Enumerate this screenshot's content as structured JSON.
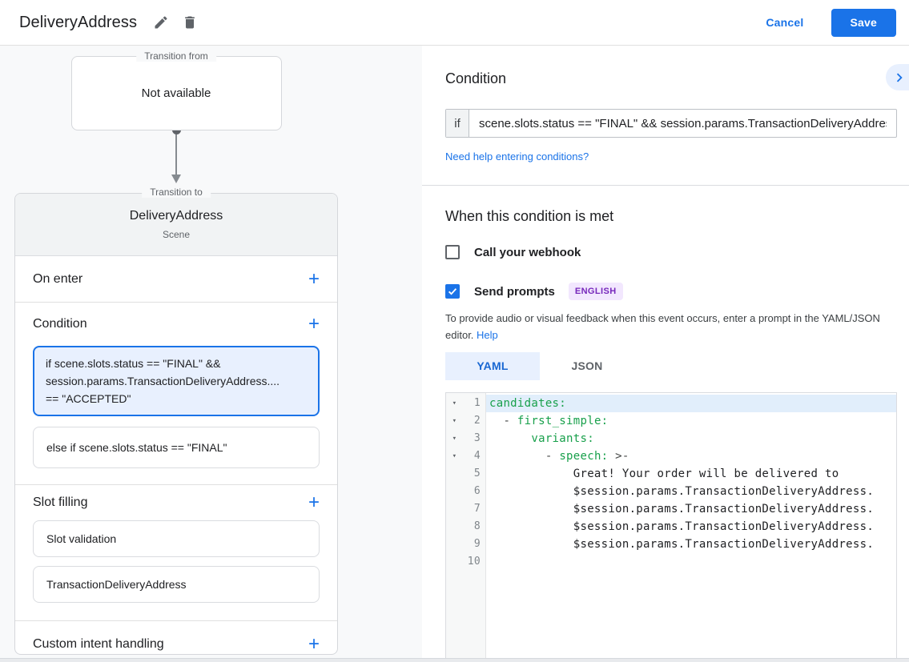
{
  "header": {
    "title": "DeliveryAddress",
    "cancel_label": "Cancel",
    "save_label": "Save"
  },
  "icons": {
    "plus": "+",
    "fold_arrow": "▾"
  },
  "flow": {
    "transition_from": {
      "legend": "Transition from",
      "value": "Not available"
    },
    "transition_to": {
      "legend": "Transition to",
      "title": "DeliveryAddress",
      "subtitle": "Scene"
    },
    "sections": {
      "on_enter": "On enter",
      "condition": "Condition",
      "slot_filling": "Slot filling",
      "custom_intent": "Custom intent handling"
    },
    "selected_condition": {
      "lines": [
        "if scene.slots.status == \"FINAL\" &&",
        "session.params.TransactionDeliveryAddress....",
        "== \"ACCEPTED\""
      ]
    },
    "else_condition": "else if scene.slots.status == \"FINAL\"",
    "slot_cards": [
      "Slot validation",
      "TransactionDeliveryAddress"
    ]
  },
  "panel": {
    "condition_heading": "Condition",
    "if_label": "if",
    "if_value": "scene.slots.status == \"FINAL\" && session.params.TransactionDeliveryAddress",
    "help_link": "Need help entering conditions?",
    "when_heading": "When this condition is met",
    "webhook_label": "Call your webhook",
    "prompts_label": "Send prompts",
    "language_badge": "ENGLISH",
    "hint_text": "To provide audio or visual feedback when this event occurs, enter a prompt in the YAML/JSON editor.",
    "hint_link": "Help",
    "tabs": [
      {
        "label": "YAML",
        "active": true
      },
      {
        "label": "JSON",
        "active": false
      }
    ]
  },
  "colors": {
    "accent": "#1a73e8",
    "selected_card_bg": "#e8f0fe",
    "yaml_key": "#18a04b",
    "badge_bg": "#f2e7fe",
    "badge_text": "#7627bb"
  },
  "editor": {
    "lines": [
      {
        "num": "1",
        "fold": true,
        "highlight": true,
        "parts": [
          [
            "key",
            "candidates:"
          ]
        ]
      },
      {
        "num": "2",
        "fold": true,
        "highlight": false,
        "parts": [
          [
            "meta",
            "  - "
          ],
          [
            "key",
            "first_simple:"
          ]
        ]
      },
      {
        "num": "3",
        "fold": true,
        "highlight": false,
        "parts": [
          [
            "plain",
            "      "
          ],
          [
            "key",
            "variants:"
          ]
        ]
      },
      {
        "num": "4",
        "fold": true,
        "highlight": false,
        "parts": [
          [
            "plain",
            "        "
          ],
          [
            "meta",
            "- "
          ],
          [
            "key",
            "speech:"
          ],
          [
            "meta",
            " >-"
          ]
        ]
      },
      {
        "num": "5",
        "fold": false,
        "highlight": false,
        "parts": [
          [
            "plain",
            "            Great! Your order will be delivered to"
          ]
        ]
      },
      {
        "num": "6",
        "fold": false,
        "highlight": false,
        "parts": [
          [
            "plain",
            "            $session.params.TransactionDeliveryAddress."
          ]
        ]
      },
      {
        "num": "7",
        "fold": false,
        "highlight": false,
        "parts": [
          [
            "plain",
            "            $session.params.TransactionDeliveryAddress."
          ]
        ]
      },
      {
        "num": "8",
        "fold": false,
        "highlight": false,
        "parts": [
          [
            "plain",
            "            $session.params.TransactionDeliveryAddress."
          ]
        ]
      },
      {
        "num": "9",
        "fold": false,
        "highlight": false,
        "parts": [
          [
            "plain",
            "            $session.params.TransactionDeliveryAddress."
          ]
        ]
      },
      {
        "num": "10",
        "fold": false,
        "highlight": false,
        "parts": []
      }
    ]
  }
}
